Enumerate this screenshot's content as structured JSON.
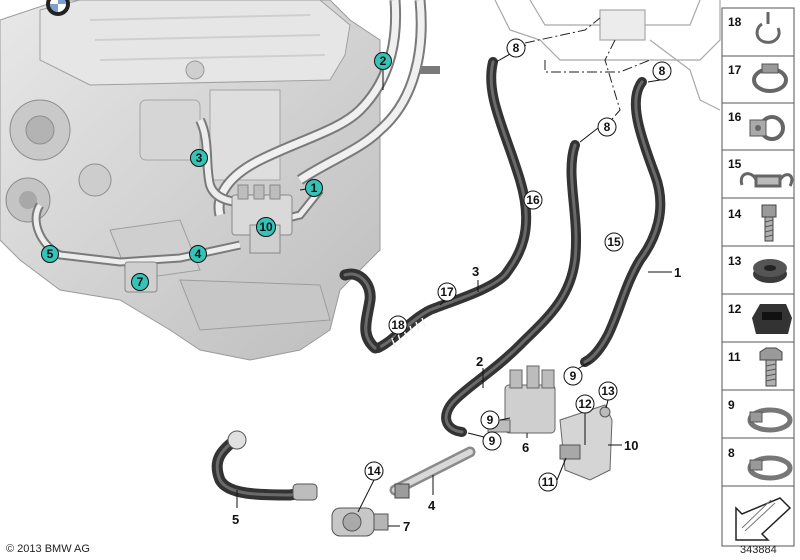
{
  "diagram": {
    "copyright": "© 2013 BMW AG",
    "figure_number": "343884",
    "engine_callouts": [
      "1",
      "2",
      "3",
      "4",
      "5",
      "7",
      "10"
    ],
    "circled_callouts": [
      "8",
      "8",
      "8",
      "9",
      "9",
      "9",
      "11",
      "12",
      "13",
      "14",
      "15",
      "16",
      "17",
      "18"
    ],
    "plain_labels": [
      "1",
      "2",
      "3",
      "4",
      "5",
      "6",
      "7",
      "10"
    ],
    "legend": [
      {
        "number": "18",
        "icon": "hose-clip-icon"
      },
      {
        "number": "17",
        "icon": "band-clamp-icon"
      },
      {
        "number": "16",
        "icon": "bracket-clip-icon"
      },
      {
        "number": "15",
        "icon": "double-clip-icon"
      },
      {
        "number": "14",
        "icon": "hex-screw-icon"
      },
      {
        "number": "13",
        "icon": "grommet-icon"
      },
      {
        "number": "12",
        "icon": "rubber-mount-icon"
      },
      {
        "number": "11",
        "icon": "hex-bolt-icon"
      },
      {
        "number": "9",
        "icon": "hose-clamp-icon"
      },
      {
        "number": "8",
        "icon": "hose-clamp-icon"
      }
    ],
    "colors": {
      "callout_teal": "#35c3b8",
      "engine": "#d4d4d4",
      "hose": "#3a3a3a"
    }
  }
}
